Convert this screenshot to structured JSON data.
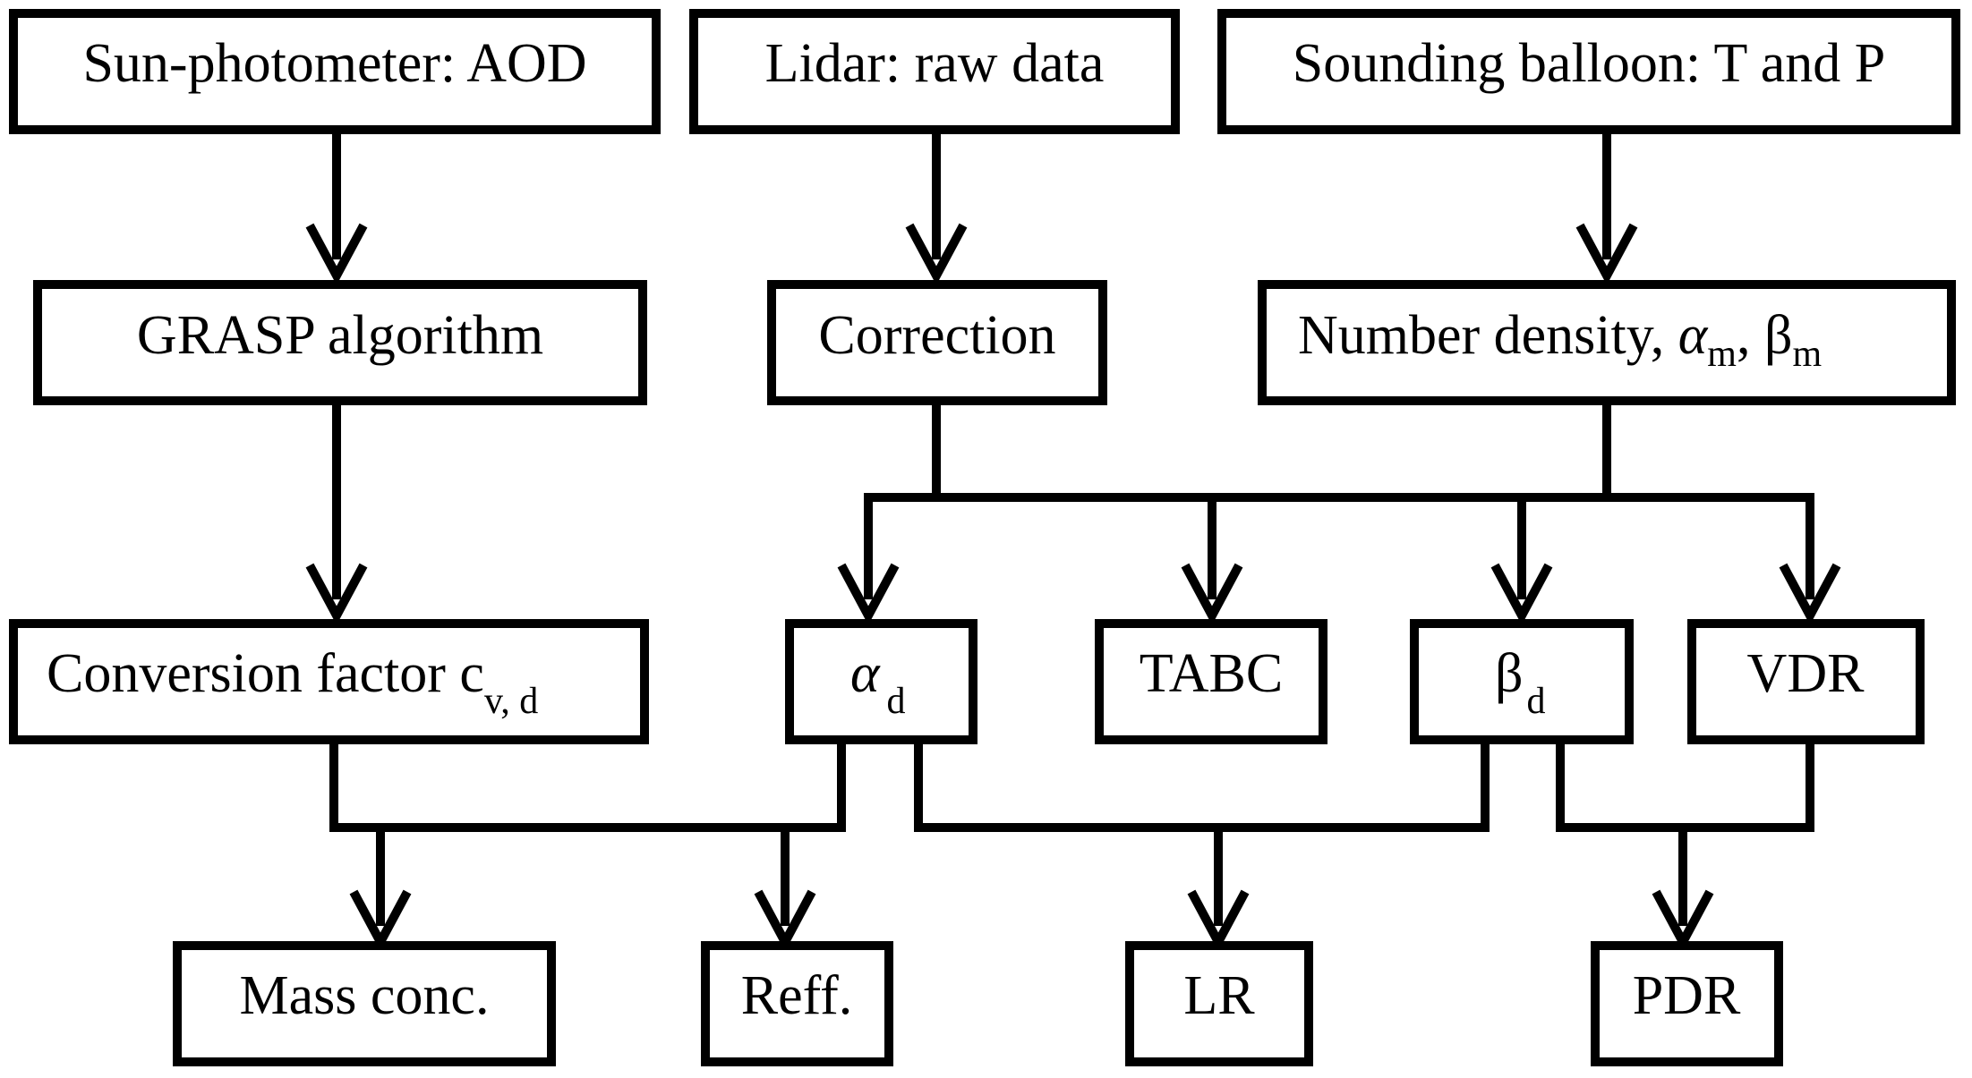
{
  "nodes": {
    "sun_photometer": {
      "text": "Sun-photometer: AOD"
    },
    "lidar": {
      "text": "Lidar: raw data"
    },
    "sounding_balloon": {
      "text": "Sounding balloon: T and P"
    },
    "grasp": {
      "text": "GRASP algorithm"
    },
    "correction": {
      "text": "Correction"
    },
    "number_density": {
      "main": "Number density, ",
      "alpha": "α",
      "alpha_sub": "m",
      "sep": ", ",
      "beta": "β",
      "beta_sub": "m"
    },
    "conversion_factor": {
      "main": "Conversion factor c",
      "sub": "v, d"
    },
    "alpha_d": {
      "symbol": "α",
      "sub": "d"
    },
    "tabc": {
      "text": "TABC"
    },
    "beta_d": {
      "symbol": "β",
      "sub": "d"
    },
    "vdr": {
      "text": "VDR"
    },
    "mass_conc": {
      "text": "Mass conc."
    },
    "reff": {
      "text": "Reff."
    },
    "lr": {
      "text": "LR"
    },
    "pdr": {
      "text": "PDR"
    }
  }
}
